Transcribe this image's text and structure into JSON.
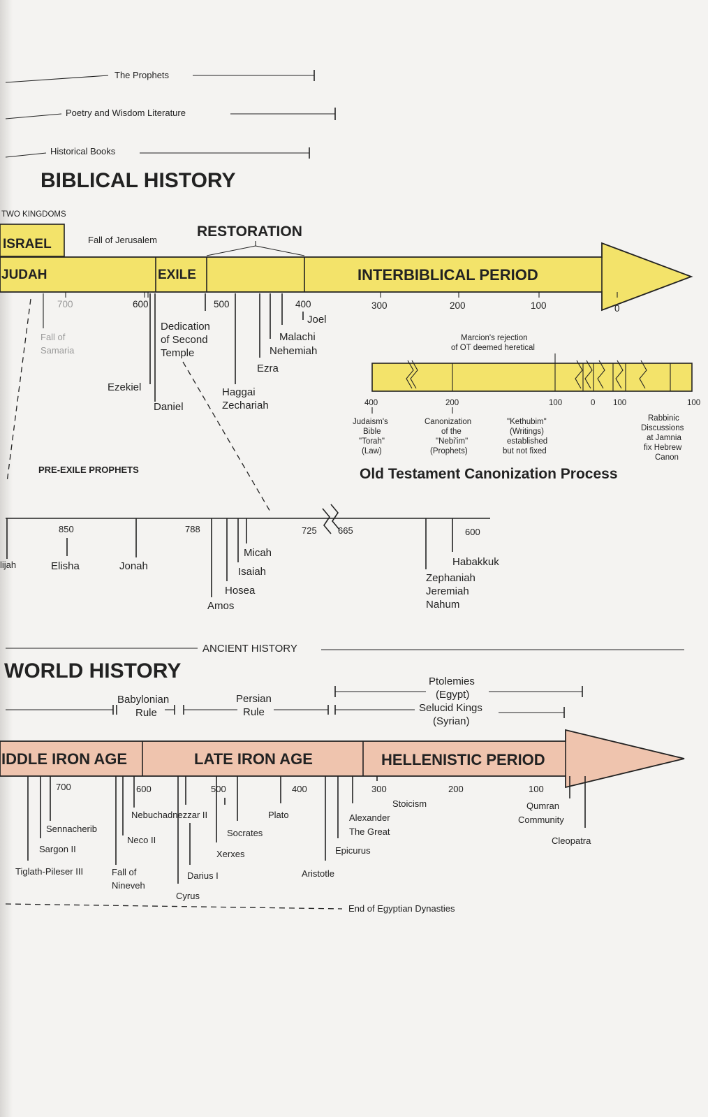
{
  "literature": {
    "prophets": "The Prophets",
    "poetry": "Poetry and Wisdom Literature",
    "historical": "Historical Books"
  },
  "biblical": {
    "title": "BIBLICAL HISTORY",
    "two_kingdoms": "TWO KINGDOMS",
    "israel": "ISRAEL",
    "judah": "JUDAH",
    "fall_jerusalem": "Fall of Jerusalem",
    "exile": "EXILE",
    "restoration": "RESTORATION",
    "interbiblical": "INTERBIBLICAL PERIOD",
    "ticks": [
      "700",
      "600",
      "500",
      "400",
      "300",
      "200",
      "100",
      "0"
    ],
    "events": {
      "fall_samaria_1": "Fall of",
      "fall_samaria_2": "Samaria",
      "dedication_1": "Dedication",
      "dedication_2": "of Second",
      "dedication_3": "Temple",
      "joel": "Joel",
      "malachi": "Malachi",
      "nehemiah": "Nehemiah",
      "ezra": "Ezra",
      "ezekiel": "Ezekiel",
      "daniel": "Daniel",
      "haggai": "Haggai",
      "zechariah": "Zechariah"
    }
  },
  "canon": {
    "title": "Old Testament Canonization Process",
    "marcion_1": "Marcion's rejection",
    "marcion_2": "of OT deemed heretical",
    "ticks": [
      "400",
      "200",
      "100",
      "0",
      "100",
      "100"
    ],
    "notes": {
      "judaism": [
        "Judaism's",
        "Bible",
        "\"Torah\"",
        "(Law)"
      ],
      "nebiim": [
        "Canonization",
        "of the",
        "\"Nebi'im\"",
        "(Prophets)"
      ],
      "kethubim": [
        "\"Kethubim\"",
        "(Writings)",
        "established",
        "but not fixed"
      ],
      "rabbinic": [
        "Rabbinic",
        "Discussions",
        "at Jamnia",
        "fix Hebrew",
        "Canon"
      ]
    }
  },
  "pre_exile": {
    "label": "PRE-EXILE PROPHETS",
    "ticks": [
      "850",
      "788",
      "725",
      "665",
      "600"
    ],
    "names": {
      "elijah": "lijah",
      "elisha": "Elisha",
      "jonah": "Jonah",
      "amos": "Amos",
      "hosea": "Hosea",
      "isaiah": "Isaiah",
      "micah": "Micah",
      "habakkuk": "Habakkuk",
      "zephaniah": "Zephaniah",
      "jeremiah": "Jeremiah",
      "nahum": "Nahum"
    }
  },
  "world": {
    "ancient": "ANCIENT HISTORY",
    "title": "WORLD HISTORY",
    "babylonian_1": "Babylonian",
    "babylonian_2": "Rule",
    "persian_1": "Persian",
    "persian_2": "Rule",
    "ptolemies_1": "Ptolemies",
    "ptolemies_2": "(Egypt)",
    "selucid_1": "Selucid Kings",
    "selucid_2": "(Syrian)",
    "middle_iron": "IDDLE IRON AGE",
    "late_iron": "LATE IRON AGE",
    "hellenistic": "HELLENISTIC PERIOD",
    "ticks": [
      "700",
      "600",
      "500",
      "400",
      "300",
      "200",
      "100"
    ],
    "events": {
      "sennacherib": "Sennacherib",
      "sargon": "Sargon II",
      "tiglath": "Tiglath-Pileser III",
      "neco": "Neco II",
      "fall_nineveh_1": "Fall of",
      "fall_nineveh_2": "Nineveh",
      "nebuchadnezzar": "Nebuchadnezzar II",
      "socrates": "Socrates",
      "xerxes": "Xerxes",
      "darius": "Darius I",
      "cyrus": "Cyrus",
      "plato": "Plato",
      "aristotle": "Aristotle",
      "stoicism": "Stoicism",
      "alexander_1": "Alexander",
      "alexander_2": "The Great",
      "epicurus": "Epicurus",
      "qumran_1": "Qumran",
      "qumran_2": "Community",
      "cleopatra": "Cleopatra"
    },
    "egypt_end": "End of Egyptian Dynasties"
  },
  "colors": {
    "yellow_band": "#f3e36a",
    "pink_band": "#efc4ae",
    "ink": "#222222"
  }
}
